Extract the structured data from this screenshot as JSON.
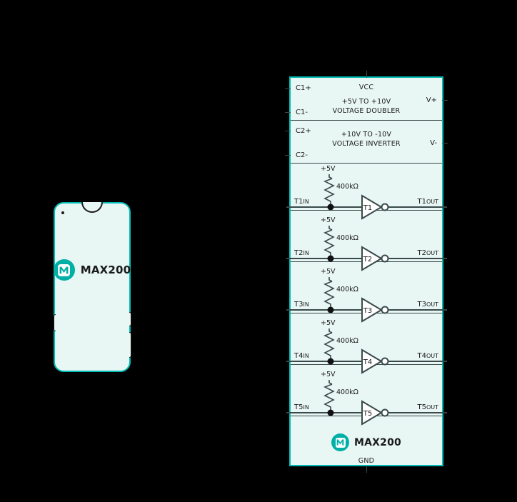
{
  "colors": {
    "teal_border": "#00bcb4",
    "panel_fill": "#e8f6f4",
    "logo_teal": "#00b0a6",
    "wire": "#3a4a4a",
    "text": "#1b1b1b",
    "page_background": "#000000"
  },
  "device": {
    "name": "max200-phone-illustration",
    "brand_label": "MAX200",
    "logo_name": "maxim-integrated-logo"
  },
  "chip": {
    "part_number": "MAX200",
    "logo_name": "maxim-integrated-logo",
    "vcc_label": "VCC",
    "gnd_label": "GND",
    "left_pins": [
      "C1+",
      "C1-",
      "C2+",
      "C2-"
    ],
    "right_pins": [
      "V+",
      "V-"
    ],
    "blocks": [
      {
        "line1": "+5V TO +10V",
        "line2": "VOLTAGE DOUBLER"
      },
      {
        "line1": "+10V TO -10V",
        "line2": "VOLTAGE INVERTER"
      }
    ],
    "channels": [
      {
        "gate": "T1",
        "in_base": "T1",
        "in_sub": "IN",
        "out_base": "T1",
        "out_sub": "OUT",
        "supply": "+5V",
        "resistor": "400kΩ"
      },
      {
        "gate": "T2",
        "in_base": "T2",
        "in_sub": "IN",
        "out_base": "T2",
        "out_sub": "OUT",
        "supply": "+5V",
        "resistor": "400kΩ"
      },
      {
        "gate": "T3",
        "in_base": "T3",
        "in_sub": "IN",
        "out_base": "T3",
        "out_sub": "OUT",
        "supply": "+5V",
        "resistor": "400kΩ"
      },
      {
        "gate": "T4",
        "in_base": "T4",
        "in_sub": "IN",
        "out_base": "T4",
        "out_sub": "OUT",
        "supply": "+5V",
        "resistor": "400kΩ"
      },
      {
        "gate": "T5",
        "in_base": "T5",
        "in_sub": "IN",
        "out_base": "T5",
        "out_sub": "OUT",
        "supply": "+5V",
        "resistor": "400kΩ"
      }
    ]
  }
}
